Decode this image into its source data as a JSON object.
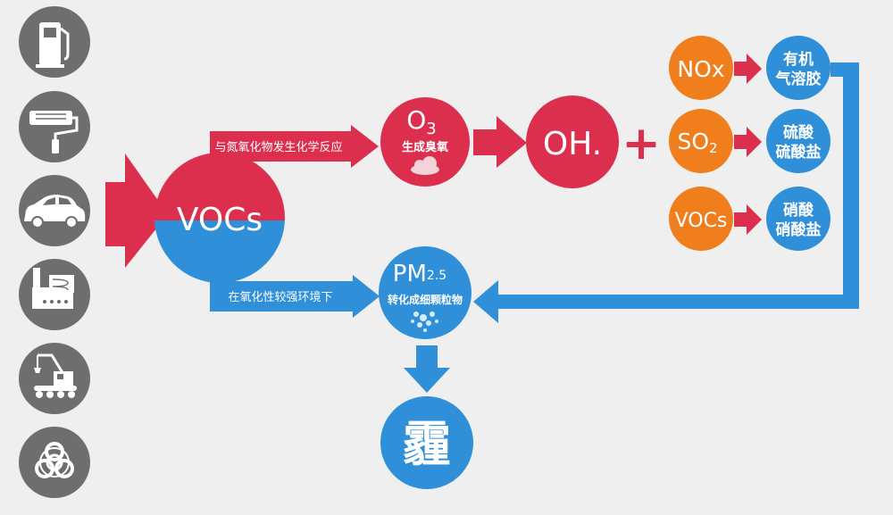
{
  "sources": [
    {
      "name": "fuel-pump-icon"
    },
    {
      "name": "paint-roller-icon"
    },
    {
      "name": "car-icon"
    },
    {
      "name": "factory-icon"
    },
    {
      "name": "crane-icon"
    },
    {
      "name": "biohazard-icon"
    }
  ],
  "nodes": {
    "vocs": {
      "label": "VOCs"
    },
    "o3": {
      "label": "O",
      "sub": "3",
      "caption": "生成臭氧"
    },
    "oh": {
      "label": "OH."
    },
    "plus": {
      "label": "+"
    },
    "nox": {
      "label": "NOx"
    },
    "so2": {
      "label": "SO",
      "sub": "2"
    },
    "vocs_small": {
      "label": "VOCs"
    },
    "aerosol": {
      "line1": "有机",
      "line2": "气溶胶"
    },
    "sulfate": {
      "line1": "硫酸",
      "line2": "硫酸盐"
    },
    "nitrate": {
      "line1": "硝酸",
      "line2": "硝酸盐"
    },
    "pm": {
      "label": "PM",
      "sub": "2.5",
      "caption": "转化成细颗粒物"
    },
    "haze": {
      "label": "霾"
    }
  },
  "arrows": {
    "to_o3": {
      "label": "与氮氧化物发生化学反应"
    },
    "to_pm": {
      "label": "在氧化性较强环境下"
    }
  },
  "colors": {
    "red": "#dc2f4d",
    "blue": "#2f8fd8",
    "orange": "#f07e1c",
    "gray": "#6e6e6e",
    "background": "#efefef"
  }
}
